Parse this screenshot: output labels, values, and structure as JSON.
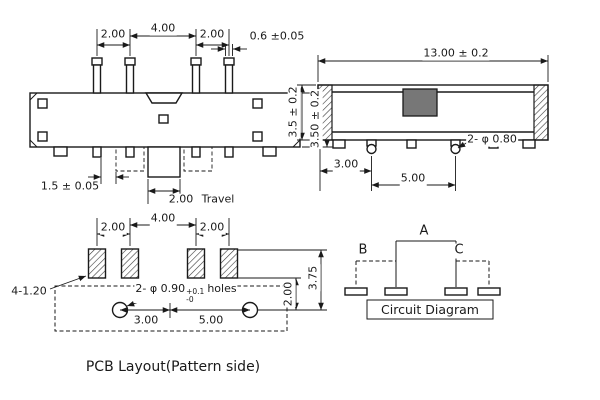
{
  "front_view": {
    "pitch_left": "2.00",
    "pitch_mid": "4.00",
    "pitch_right": "2.00",
    "pin_width": "0.6 ±0.05",
    "height": "3.50 ± 0.2",
    "knob_offset": "1.5 ± 0.05",
    "travel_value": "2.00",
    "travel_label": "Travel"
  },
  "side_view": {
    "length": "13.00 ± 0.2",
    "height": "3.5 ± 0.2",
    "pin_note": "2- φ 0.80",
    "pin_offset1": "3.00",
    "pin_offset2": "5.00"
  },
  "pcb_layout": {
    "pitch_left": "2.00",
    "pitch_mid": "4.00",
    "pitch_right": "2.00",
    "pad_to_hole": "3.75",
    "hole_offset_v": "2.00",
    "pad_note": "4-1.20",
    "hole_note_prefix": "2- φ 0.90",
    "hole_note_tol_upper": "+0.1",
    "hole_note_tol_lower": "-0",
    "hole_note_suffix": "holes",
    "hole_offset1": "3.00",
    "hole_offset2": "5.00",
    "caption": "PCB Layout(Pattern side)"
  },
  "circuit": {
    "terminal_a": "A",
    "terminal_b": "B",
    "terminal_c": "C",
    "caption": "Circuit Diagram"
  }
}
